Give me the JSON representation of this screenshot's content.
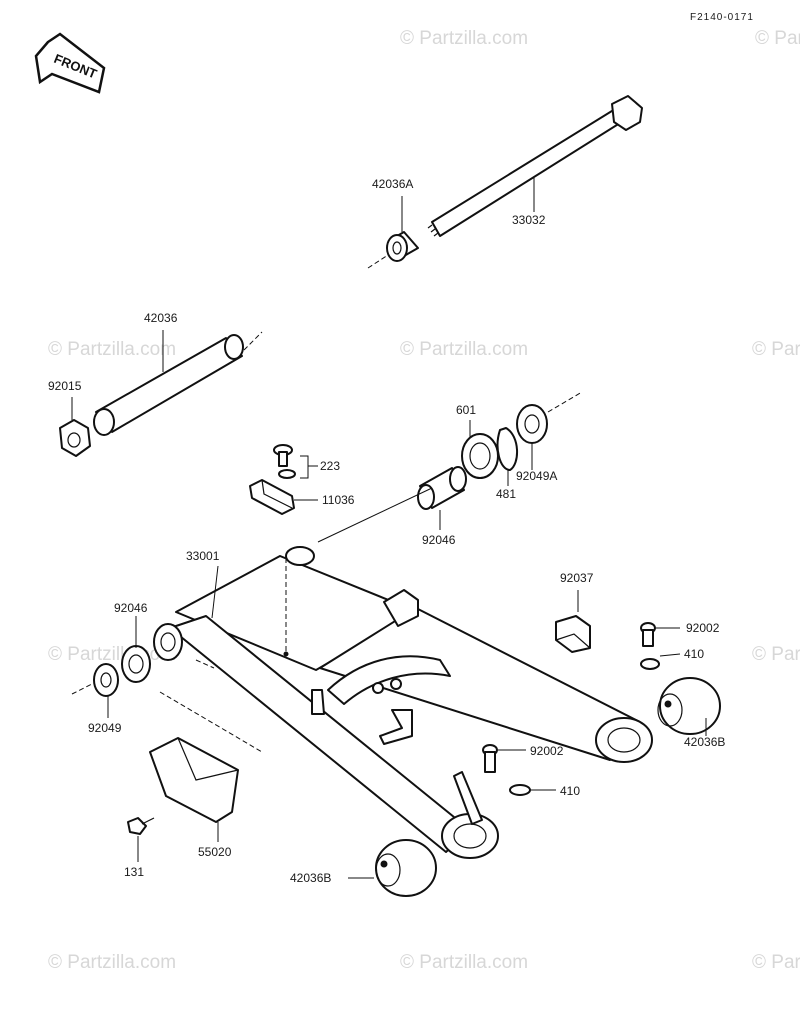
{
  "diagram_code": "F2140-0171",
  "front_label": "FRONT",
  "watermark_text": "© Partzilla.com",
  "colors": {
    "ink": "#111111",
    "watermark": "#d7d7d7",
    "background": "#ffffff"
  },
  "icons": {
    "front_arrow": "front-arrow-icon"
  },
  "parts": [
    {
      "id": "p_42036A",
      "label": "42036A"
    },
    {
      "id": "p_33032",
      "label": "33032"
    },
    {
      "id": "p_42036",
      "label": "42036"
    },
    {
      "id": "p_92015",
      "label": "92015"
    },
    {
      "id": "p_601",
      "label": "601"
    },
    {
      "id": "p_223",
      "label": "223"
    },
    {
      "id": "p_11036",
      "label": "11036"
    },
    {
      "id": "p_92049A",
      "label": "92049A"
    },
    {
      "id": "p_481",
      "label": "481"
    },
    {
      "id": "p_92046_top",
      "label": "92046"
    },
    {
      "id": "p_33001",
      "label": "33001"
    },
    {
      "id": "p_92037",
      "label": "92037"
    },
    {
      "id": "p_92046_left",
      "label": "92046"
    },
    {
      "id": "p_92002_right",
      "label": "92002"
    },
    {
      "id": "p_410_right",
      "label": "410"
    },
    {
      "id": "p_92049",
      "label": "92049"
    },
    {
      "id": "p_42036B_right",
      "label": "42036B"
    },
    {
      "id": "p_92002_mid",
      "label": "92002"
    },
    {
      "id": "p_410_mid",
      "label": "410"
    },
    {
      "id": "p_55020",
      "label": "55020"
    },
    {
      "id": "p_131",
      "label": "131"
    },
    {
      "id": "p_42036B_bottom",
      "label": "42036B"
    }
  ]
}
